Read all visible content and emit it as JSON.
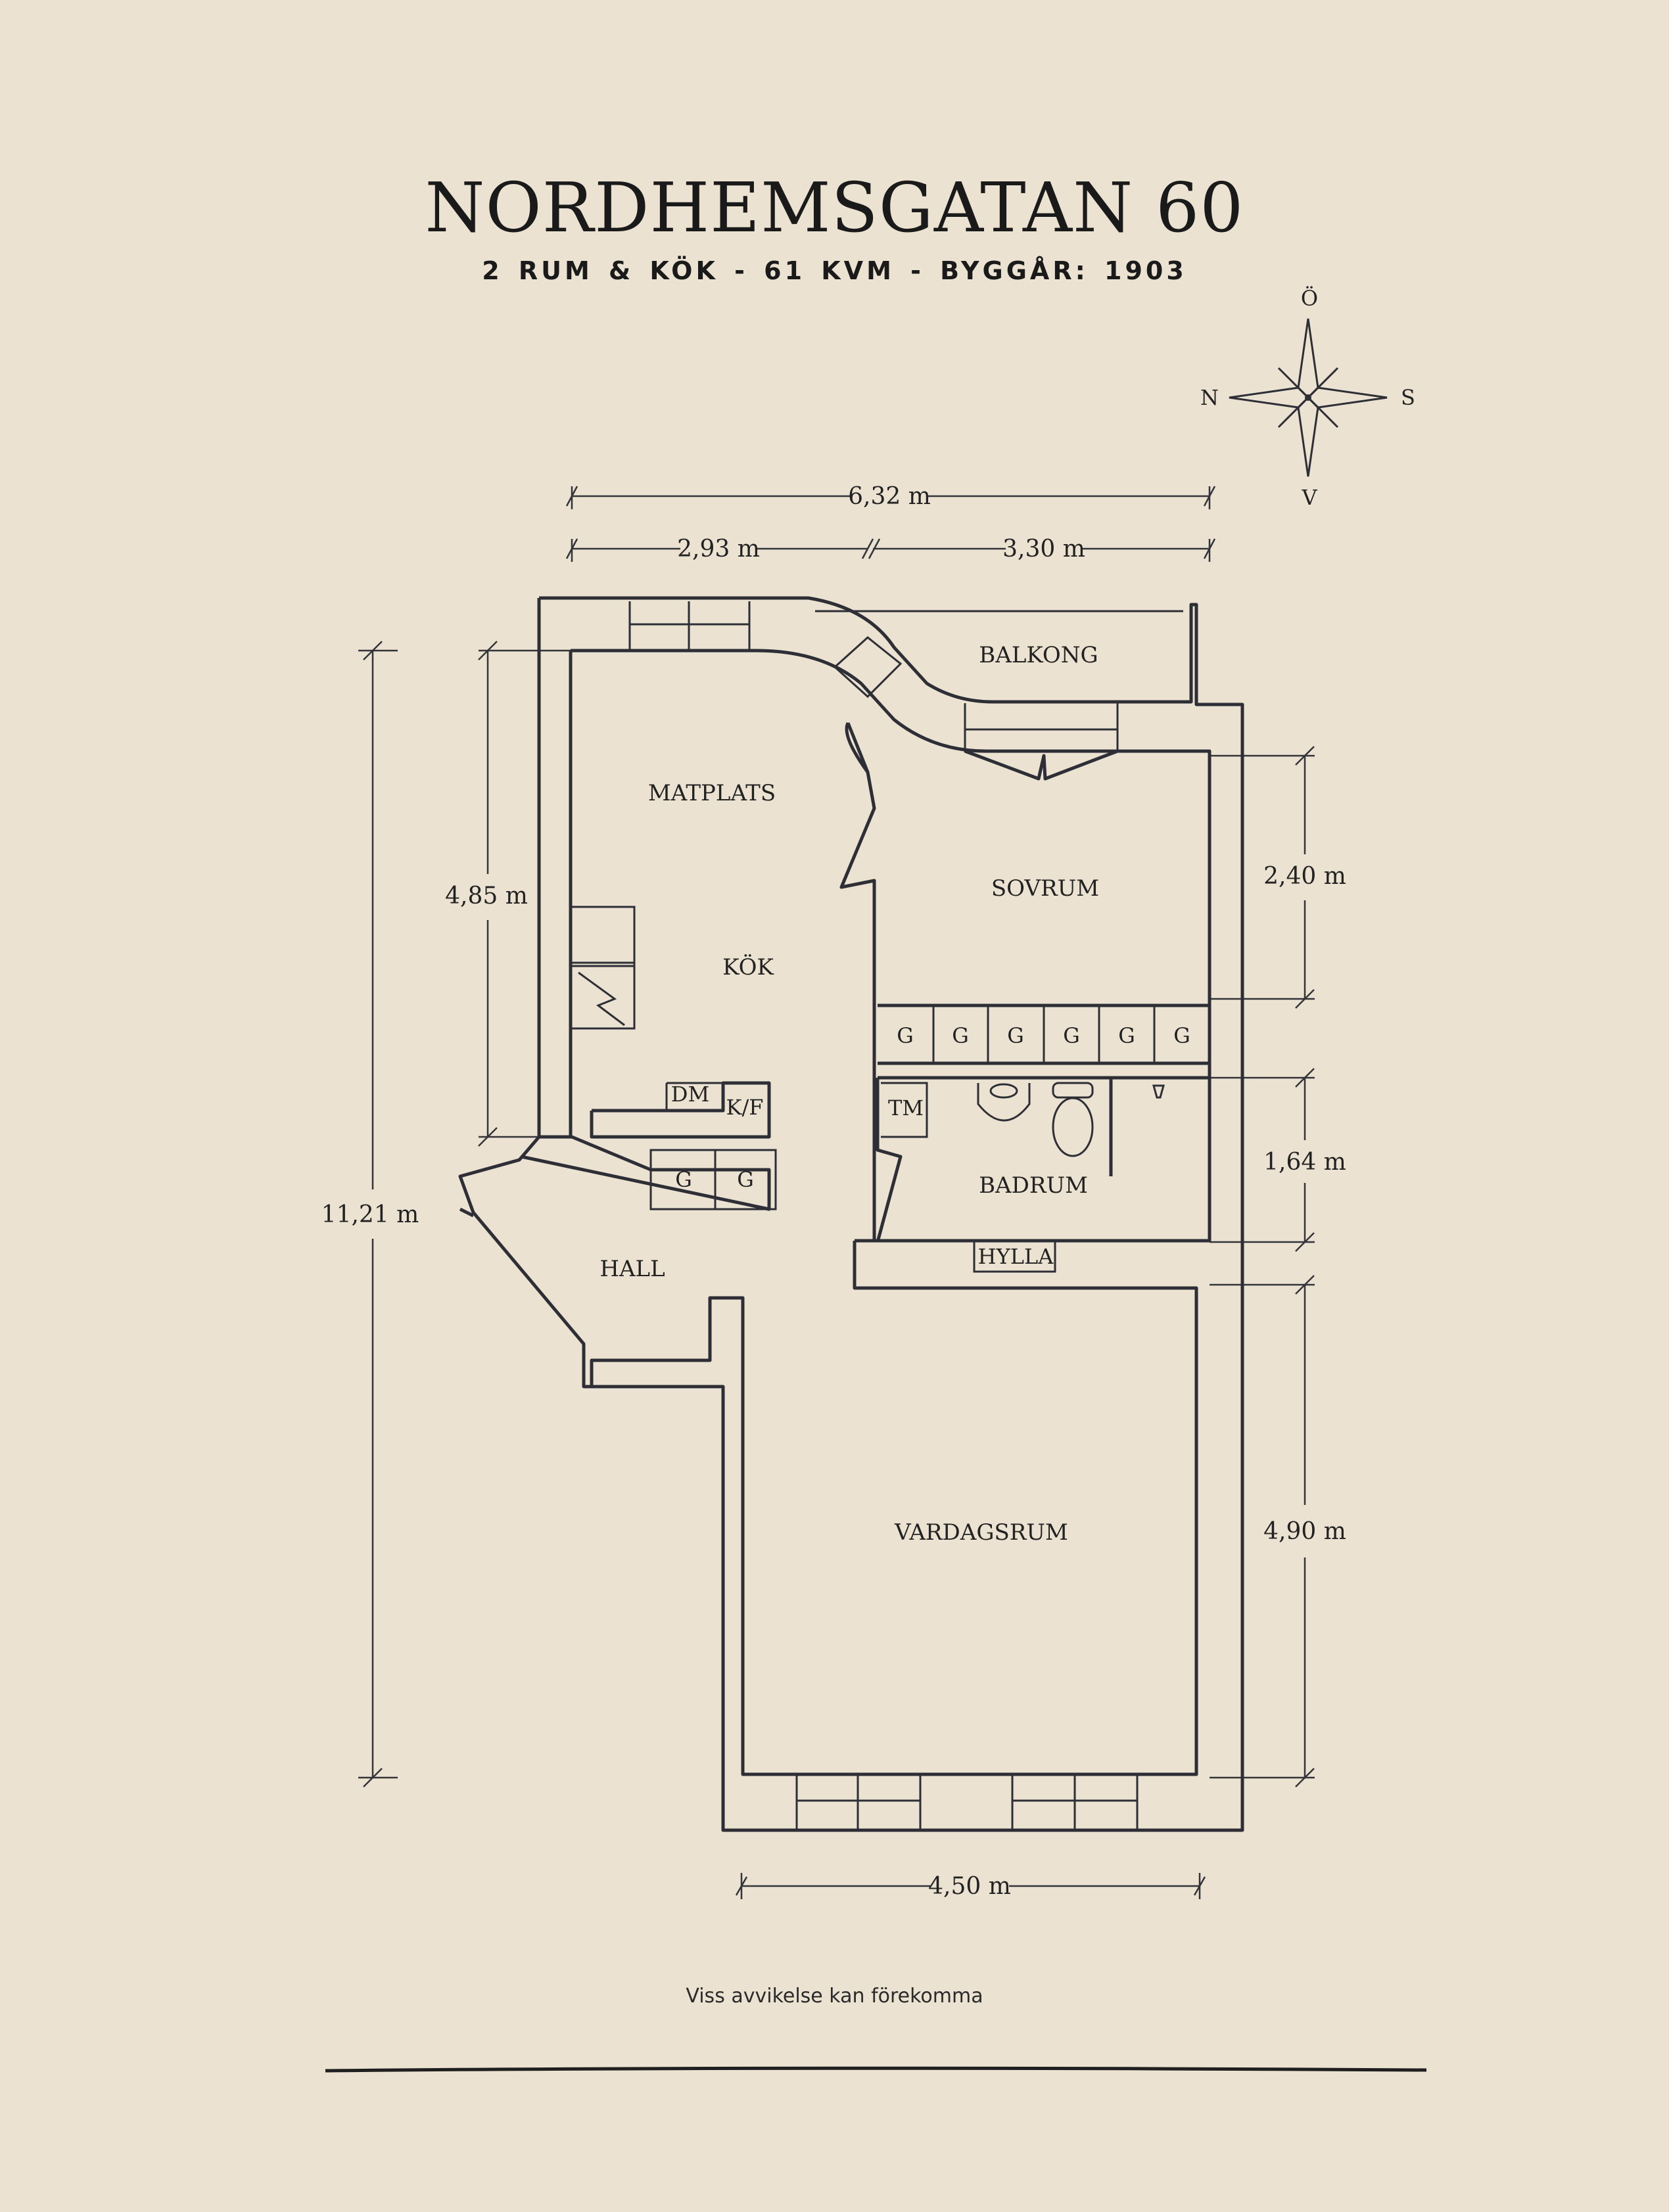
{
  "header": {
    "title": "NORDHEMSGATAN 60",
    "subtitle": "2 RUM & KÖK  -  61 KVM  -  BYGGÅR: 1903"
  },
  "compass": {
    "north": "N",
    "south": "S",
    "east": "Ö",
    "west": "V"
  },
  "rooms": {
    "balkong": "BALKONG",
    "matplats": "MATPLATS",
    "kok": "KÖK",
    "sovrum": "SOVRUM",
    "badrum": "BADRUM",
    "hall": "HALL",
    "vardagsrum": "VARDAGSRUM"
  },
  "fixtures": {
    "wardrobe": "G",
    "dishwasher": "DM",
    "fridge_freezer": "K/F",
    "washer": "TM",
    "shelf": "HYLLA"
  },
  "dimensions": {
    "total_width": "6,32 m",
    "left_width": "2,93 m",
    "right_width": "3,30 m",
    "total_depth": "11,21 m",
    "kitchen_depth": "4,85 m",
    "bedroom_depth": "2,40 m",
    "bathroom_depth": "1,64 m",
    "living_depth": "4,90 m",
    "living_width": "4,50 m"
  },
  "footer": {
    "note": "Viss avvikelse kan förekomma"
  }
}
